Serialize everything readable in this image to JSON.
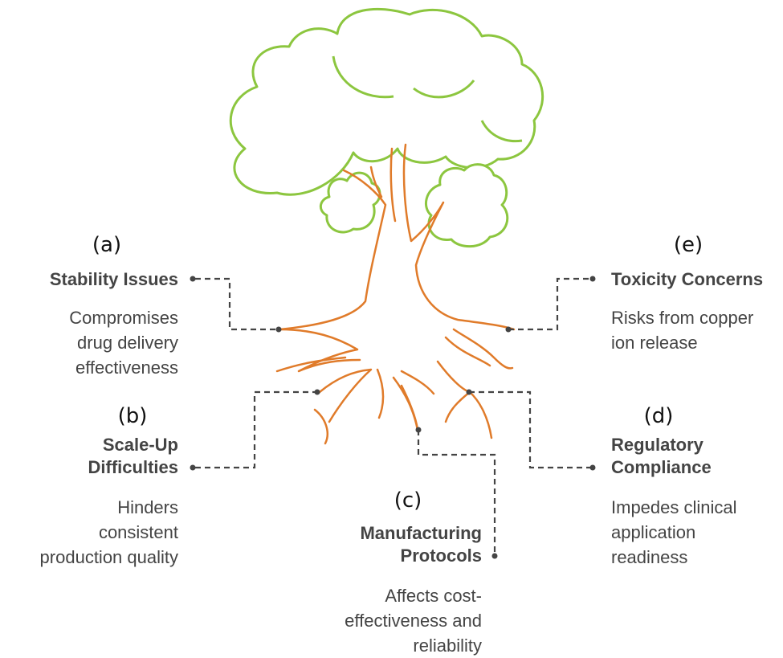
{
  "items": {
    "a": {
      "letter": "(a)",
      "title": "Stability Issues",
      "desc_lines": [
        "Compromises",
        "drug delivery",
        "effectiveness"
      ]
    },
    "b": {
      "letter": "(b)",
      "title_lines": [
        "Scale-Up",
        "Difficulties"
      ],
      "desc_lines": [
        "Hinders",
        "consistent",
        "production quality"
      ]
    },
    "c": {
      "letter": "(c)",
      "title_lines": [
        "Manufacturing",
        "Protocols"
      ],
      "desc_lines": [
        "Affects cost-",
        "effectiveness and",
        "reliability"
      ]
    },
    "d": {
      "letter": "(d)",
      "title_lines": [
        "Regulatory",
        "Compliance"
      ],
      "desc_lines": [
        "Impedes clinical",
        "application",
        "readiness"
      ]
    },
    "e": {
      "letter": "(e)",
      "title": "Toxicity Concerns",
      "desc_lines": [
        "Risks from copper",
        "ion release"
      ]
    }
  },
  "colors": {
    "canopy": "#8cc63f",
    "trunk": "#e07b2a",
    "connector": "#444444",
    "text": "#444444"
  }
}
